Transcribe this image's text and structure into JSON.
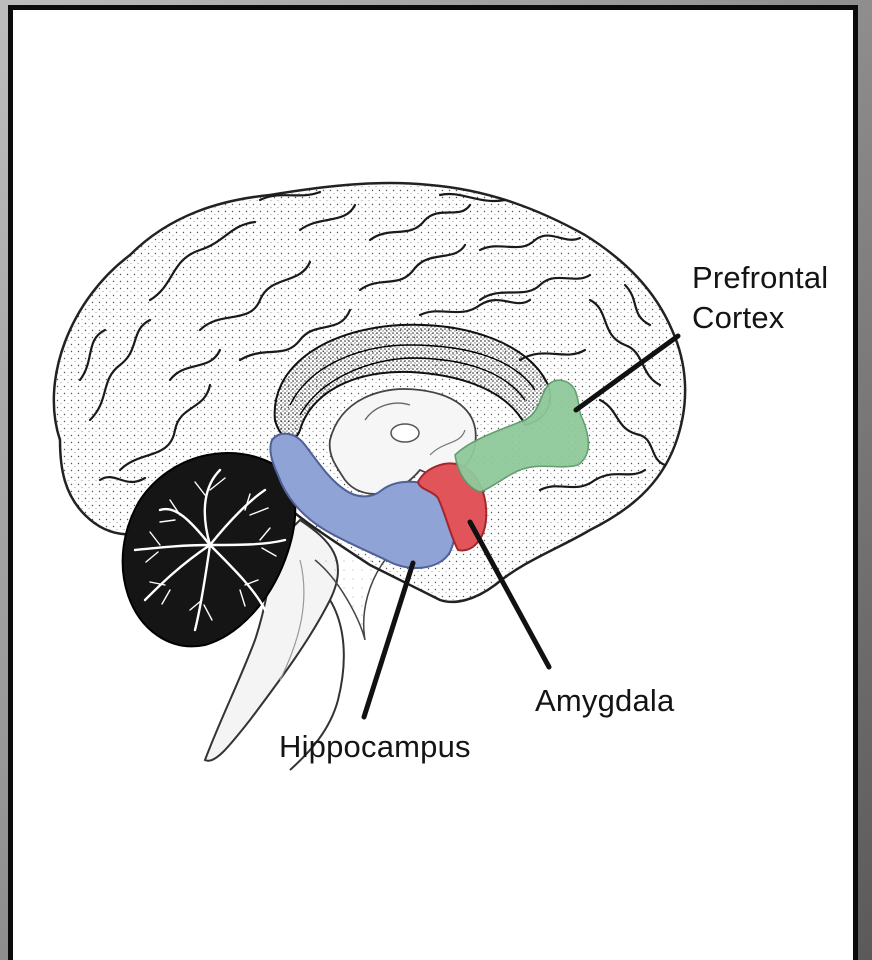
{
  "diagram": {
    "labels": {
      "prefrontal_cortex": [
        "Prefrontal",
        "Cortex"
      ],
      "amygdala": "Amygdala",
      "hippocampus": "Hippocampus"
    },
    "colors": {
      "prefrontal_cortex": "#8fc99a",
      "amygdala": "#e0545a",
      "hippocampus": "#8fa3d6",
      "frame_border": "#0b0b0b",
      "ink": "#141414"
    }
  }
}
